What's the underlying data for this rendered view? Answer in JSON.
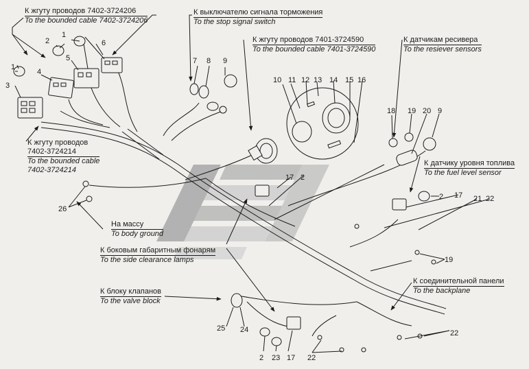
{
  "labels": {
    "harness_7402_3724206_ru": "К жгуту проводов 7402-3724206",
    "harness_7402_3724206_en": "To the bounded cable 7402-3724206",
    "stop_switch_ru": "К выключателю сигнала торможения",
    "stop_switch_en": "To the stop signal switch",
    "harness_7401_3724590_ru": "К жгуту проводов 7401-3724590",
    "harness_7401_3724590_en": "To the bounded cable 7401-3724590",
    "receiver_sensors_ru": "К датчикам ресивера",
    "receiver_sensors_en": "To the resiever sensors",
    "harness_7402_3724214_ru_1": "К жгуту проводов",
    "harness_7402_3724214_ru_2": "7402-3724214",
    "harness_7402_3724214_en_1": "To the bounded cable",
    "harness_7402_3724214_en_2": "7402-3724214",
    "fuel_sensor_ru": "К датчику уровня топлива",
    "fuel_sensor_en": "To the fuel level sensor",
    "ground_ru": "На массу",
    "ground_en": "To body ground",
    "clearance_lamps_ru": "К боковым габаритным фонарям",
    "clearance_lamps_en": "To the side clearance lamps",
    "valve_block_ru": "К блоку клапанов",
    "valve_block_en": "To the valve block",
    "backplane_ru": "К соединительной панели",
    "backplane_en": "To the backplane"
  },
  "callouts": [
    "1",
    "2",
    "1",
    "6",
    "3",
    "4",
    "5",
    "7",
    "8",
    "9",
    "10",
    "11",
    "12",
    "13",
    "14",
    "15",
    "16",
    "18",
    "19",
    "20",
    "9",
    "26",
    "17",
    "2",
    "2",
    "17",
    "21",
    "22",
    "19",
    "25",
    "24",
    "22",
    "2",
    "23",
    "17",
    "22"
  ],
  "colors": {
    "line": "#1a1a1a",
    "background": "#f0efec",
    "watermark_gray": "#b3b3b3",
    "watermark_light": "#d4d4d4"
  }
}
